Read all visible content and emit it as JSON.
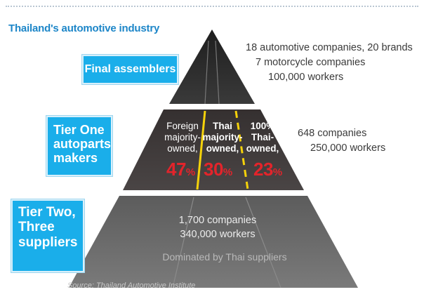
{
  "title": "Thailand's automotive industry",
  "colors": {
    "accent_blue": "#1aaeea",
    "title_blue": "#1d86c8",
    "percent_red": "#e3242b",
    "lane_yellow": "#f5d20a",
    "tier_top": "#2e2e2e",
    "tier_middle": "#3f3b3b",
    "tier_bottom": "#6a6a6a"
  },
  "tiers": {
    "final_assemblers": {
      "label": "Final assemblers",
      "facts": [
        "18 automotive companies, 20 brands",
        "7 motorcycle companies",
        "100,000 workers"
      ]
    },
    "tier_one": {
      "label_lines": [
        "Tier One",
        "autoparts",
        "makers"
      ],
      "facts": [
        "648 companies",
        "250,000 workers"
      ],
      "segments": [
        {
          "lines": [
            "Foreign",
            "majority-",
            "owned,"
          ],
          "percent": "47",
          "percent_sign": "%"
        },
        {
          "lines": [
            "Thai",
            "majority-",
            "owned,"
          ],
          "percent": "30",
          "percent_sign": "%"
        },
        {
          "lines": [
            "100%",
            "Thai-",
            "owned,"
          ],
          "percent": "23",
          "percent_sign": "%"
        }
      ]
    },
    "tier_two": {
      "label_lines": [
        "Tier Two,",
        "Three",
        "suppliers"
      ],
      "facts": [
        "1,700 companies",
        "340,000 workers"
      ],
      "note": "Dominated by Thai suppliers"
    }
  },
  "source": "Source: Thailand Automotive Institute"
}
